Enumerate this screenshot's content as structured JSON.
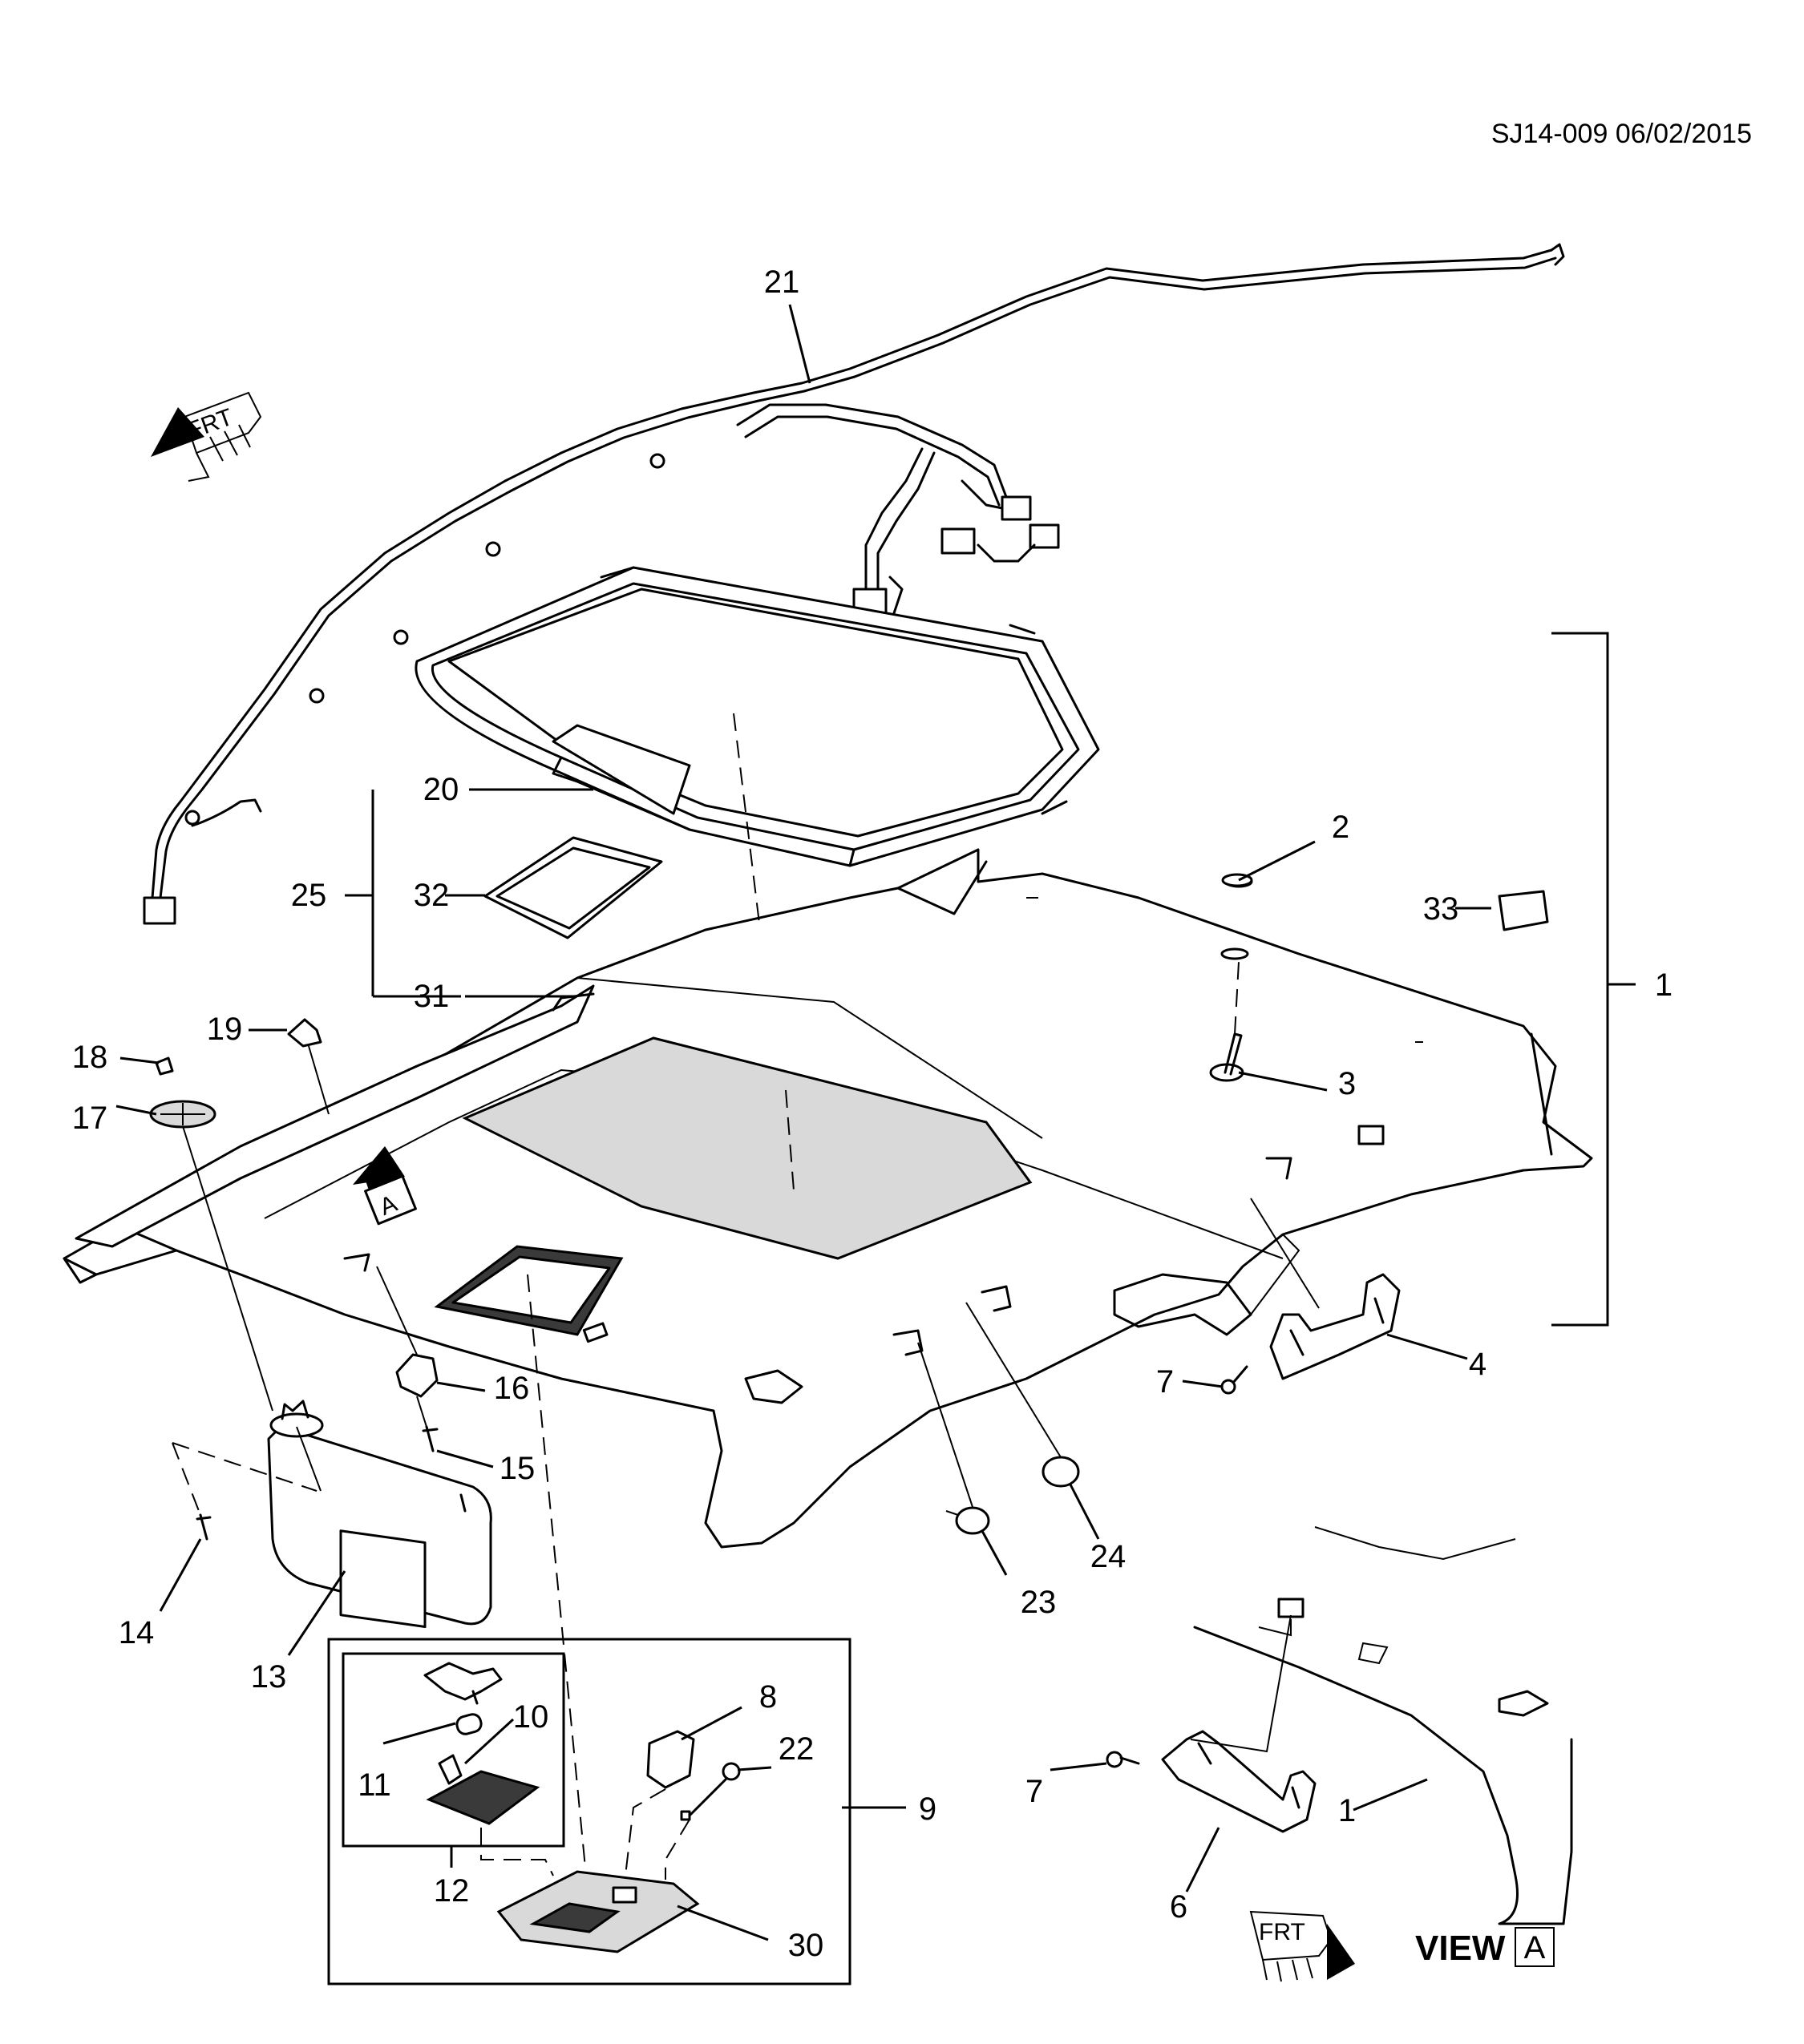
{
  "header": {
    "doc_id": "SJ14-009 06/02/2015"
  },
  "view_label": {
    "text": "VIEW",
    "box_letter": "A"
  },
  "frt_arrows": [
    {
      "text": "FRT"
    },
    {
      "text": "FRT"
    }
  ],
  "view_arrow": {
    "letter": "A"
  },
  "callouts": {
    "c1a": "1",
    "c1b": "1",
    "c2": "2",
    "c3": "3",
    "c4": "4",
    "c6": "6",
    "c7a": "7",
    "c7b": "7",
    "c8": "8",
    "c9": "9",
    "c10": "10",
    "c11": "11",
    "c12": "12",
    "c13": "13",
    "c14": "14",
    "c15": "15",
    "c16": "16",
    "c17": "17",
    "c18": "18",
    "c19": "19",
    "c20": "20",
    "c21": "21",
    "c22": "22",
    "c23": "23",
    "c24": "24",
    "c25": "25",
    "c30": "30",
    "c31": "31",
    "c32": "32",
    "c33": "33"
  }
}
